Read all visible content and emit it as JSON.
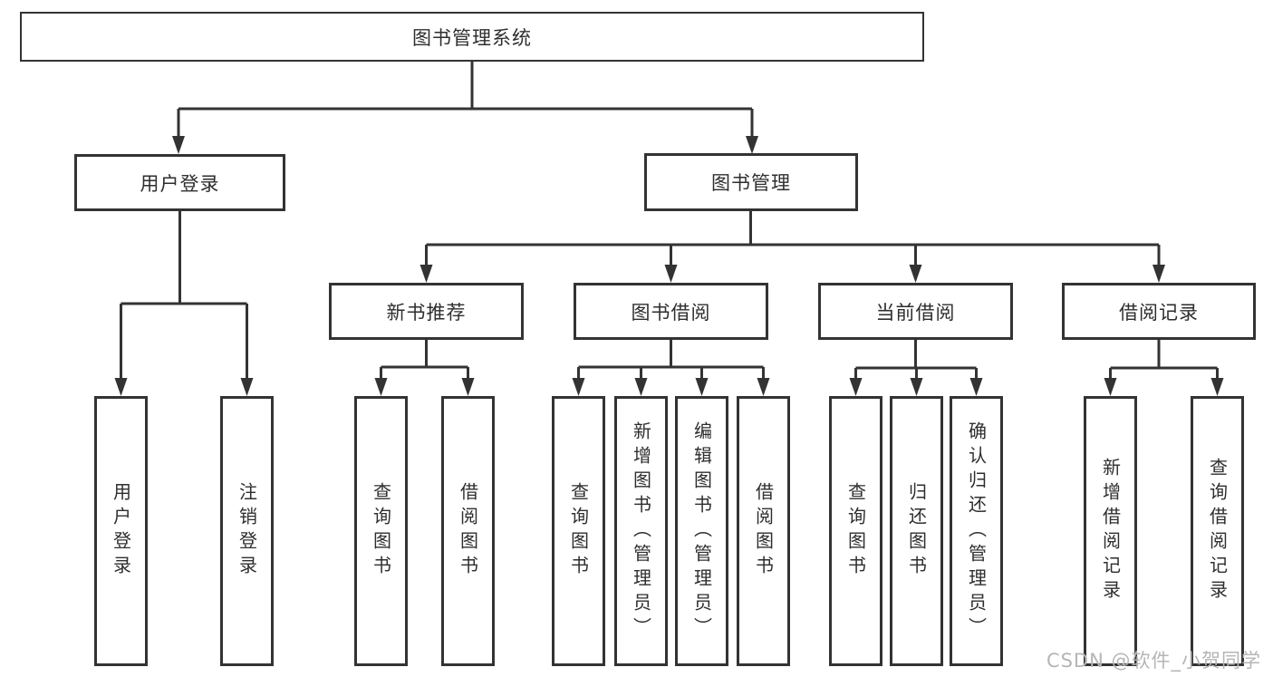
{
  "tree": {
    "root": {
      "label": "图书管理系统"
    },
    "branches": [
      {
        "label": "用户登录",
        "children": [
          {
            "label": "用户登录"
          },
          {
            "label": "注销登录"
          }
        ]
      },
      {
        "label": "图书管理",
        "children": [
          {
            "label": "新书推荐",
            "children": [
              {
                "label": "查询图书"
              },
              {
                "label": "借阅图书"
              }
            ]
          },
          {
            "label": "图书借阅",
            "children": [
              {
                "label": "查询图书"
              },
              {
                "label": "新增图书（管理员）"
              },
              {
                "label": "编辑图书（管理员）"
              },
              {
                "label": "借阅图书"
              }
            ]
          },
          {
            "label": "当前借阅",
            "children": [
              {
                "label": "查询图书"
              },
              {
                "label": "归还图书"
              },
              {
                "label": "确认归还（管理员）"
              }
            ]
          },
          {
            "label": "借阅记录",
            "children": [
              {
                "label": "新增借阅记录"
              },
              {
                "label": "查询借阅记录"
              }
            ]
          }
        ]
      }
    ]
  },
  "colors": {
    "line": "#333333",
    "text": "#2e2e2e",
    "watermark": "#b5b5b5"
  },
  "watermark": "CSDN @软件_小贺同学"
}
